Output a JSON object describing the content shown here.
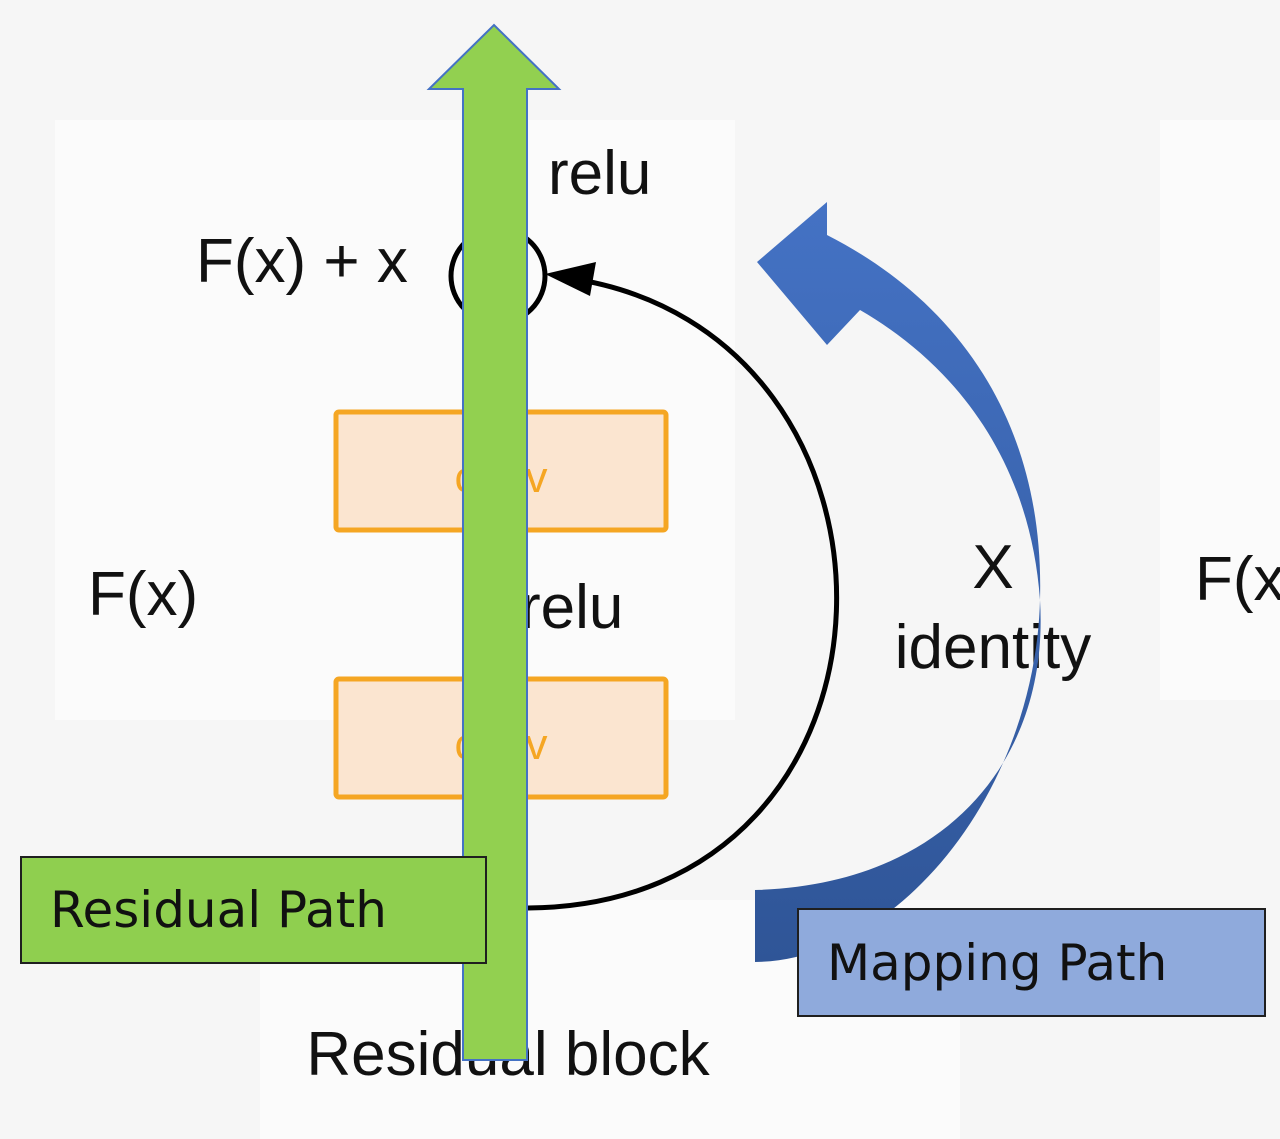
{
  "diagram": {
    "sum_label": "F(x) + x",
    "top_relu": "relu",
    "conv_top": "conv",
    "conv_bottom": "conv",
    "middle_relu": "relu",
    "fx_left": "F(x)",
    "fx_right": "F(x",
    "identity_x": "X",
    "identity_label": "identity",
    "caption": "Residual block",
    "residual_path": "Residual Path",
    "mapping_path": "Mapping Path"
  },
  "colors": {
    "green_arrow": "#92d050",
    "green_stroke": "#4472c4",
    "blue_arrow": "#4472c4",
    "conv_fill": "#fbe5d0",
    "conv_border": "#f5a623",
    "conv_text": "#f5a623",
    "residual_box": "#8fcf4f",
    "mapping_box": "#8faadc"
  }
}
